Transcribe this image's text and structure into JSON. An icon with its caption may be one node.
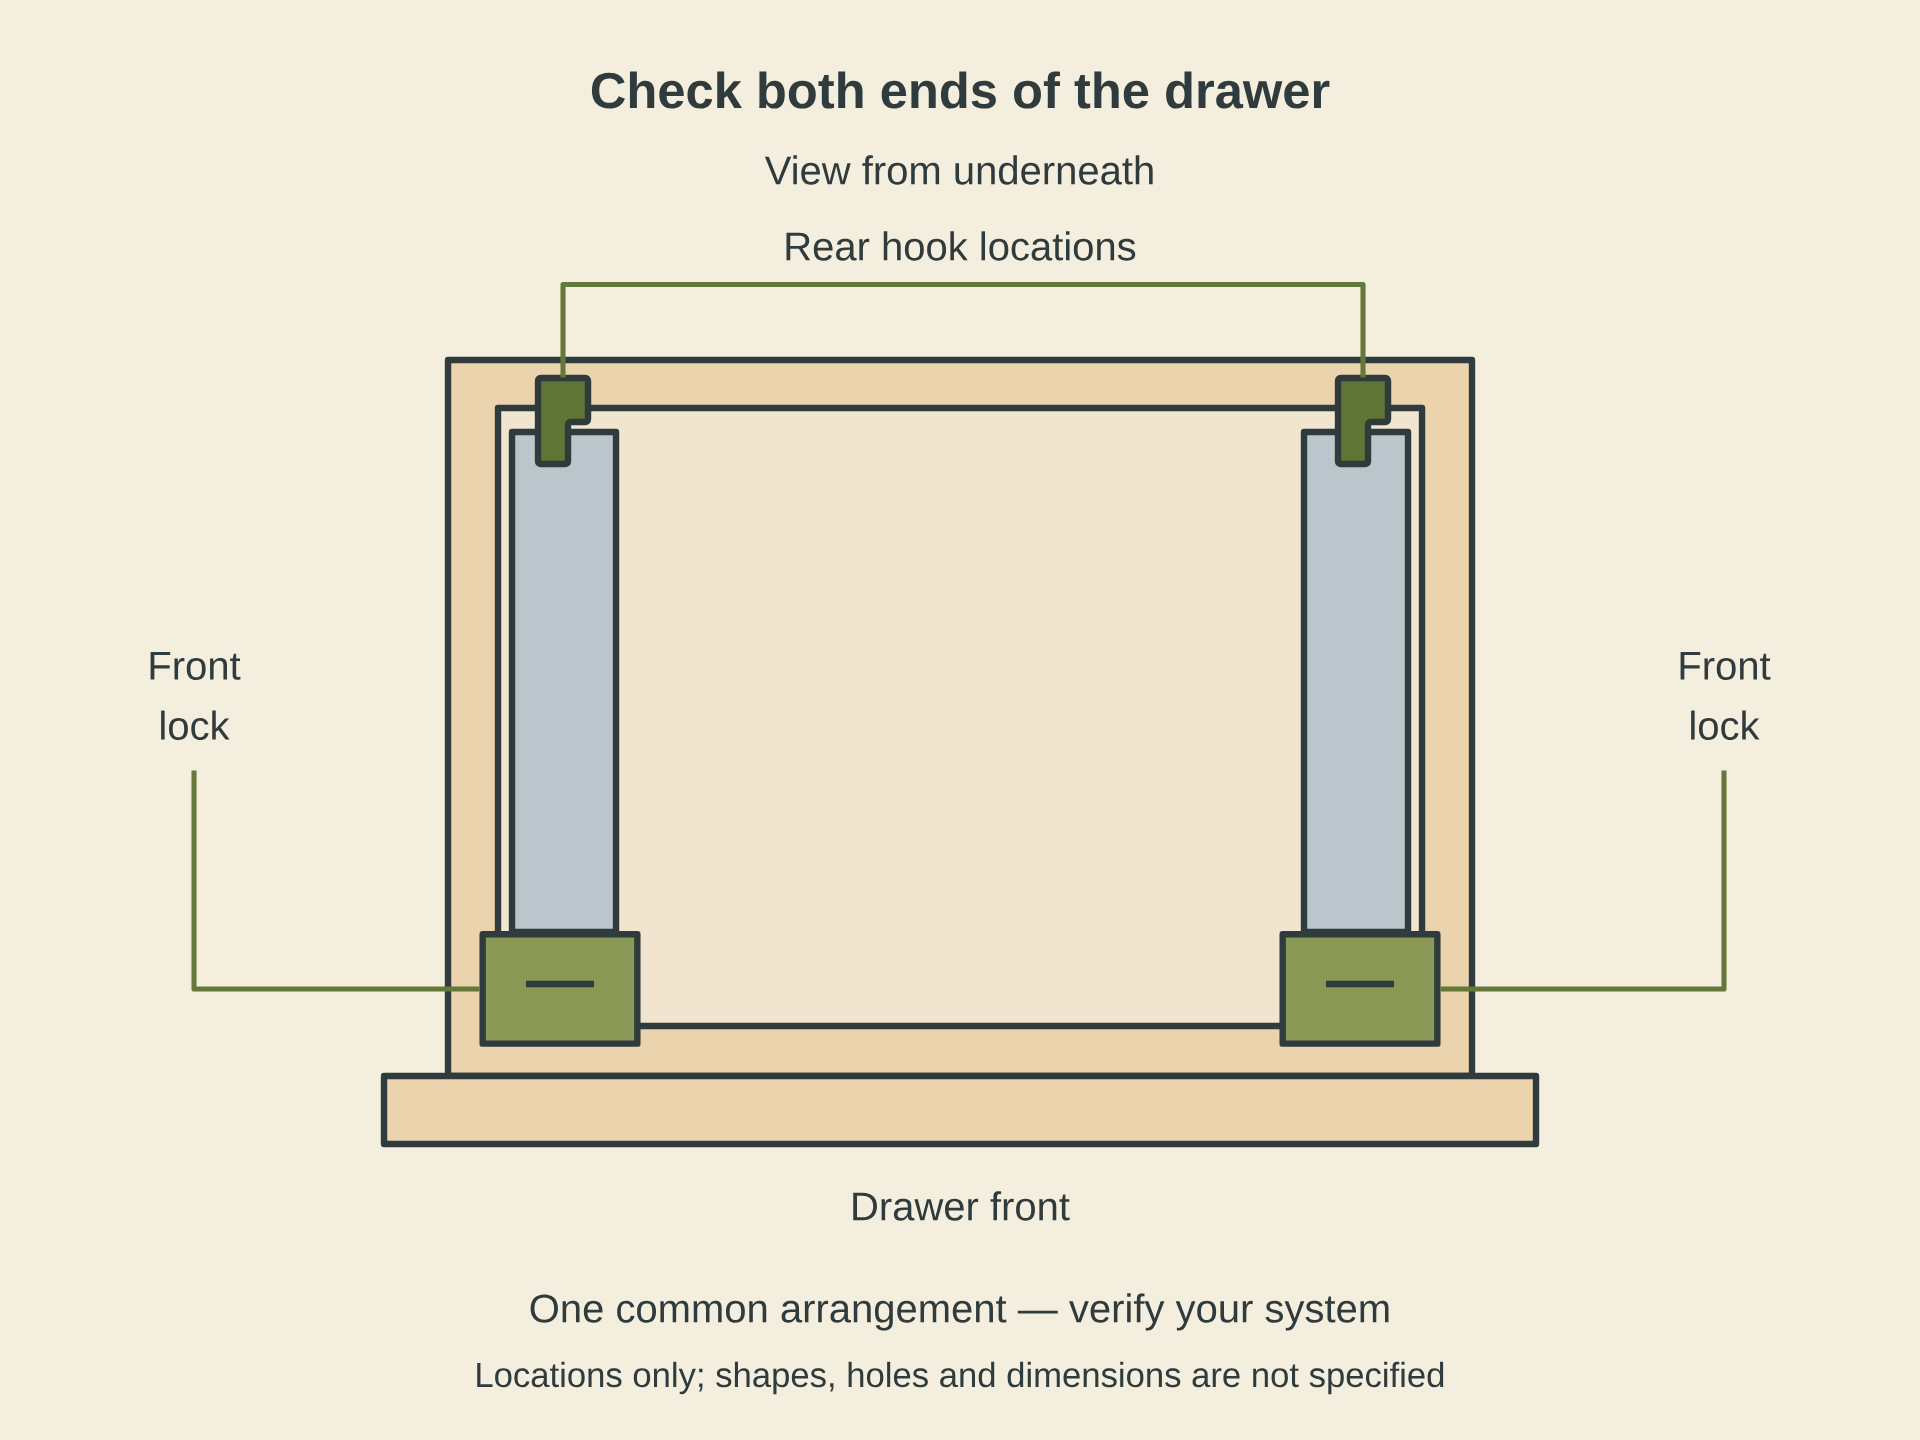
{
  "diagram": {
    "title": "Check both ends of the drawer",
    "nodes": [
      {
        "text": [
          "Rear hook locations"
        ]
      },
      {
        "text": [],
        "shape": "hook"
      },
      {
        "text": [],
        "shape": "hook"
      },
      {
        "text": [
          "Front lock"
        ]
      },
      {
        "text": [],
        "shape": "box"
      },
      {
        "text": [
          "Front lock"
        ]
      },
      {
        "text": [],
        "shape": "box"
      }
    ],
    "edges": [
      {
        "from": 0,
        "to": 1,
        "arrow": "none"
      },
      {
        "from": 0,
        "to": 2,
        "arrow": "none"
      },
      {
        "from": 3,
        "to": 4,
        "arrow": "none"
      },
      {
        "from": 5,
        "to": 6,
        "arrow": "none"
      }
    ],
    "labels": [
      "View from underneath",
      "Drawer front",
      "One common arrangement — verify your system",
      "Locations only; shapes, holes and dimensions are not specified"
    ]
  }
}
